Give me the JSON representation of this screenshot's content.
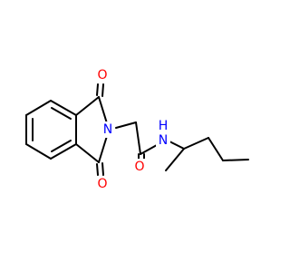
{
  "molecule": {
    "atoms": {
      "o_top": {
        "symbol": "O",
        "color": "#ff0000"
      },
      "o_bottom": {
        "symbol": "O",
        "color": "#ff0000"
      },
      "o_amide": {
        "symbol": "O",
        "color": "#ff0000"
      },
      "n_imide": {
        "symbol": "N",
        "color": "#0000ff"
      },
      "n_amide": {
        "symbol": "N",
        "color": "#0000ff"
      },
      "h_amide": {
        "symbol": "H",
        "color": "#0000ff"
      }
    },
    "bond_color": "#000000"
  }
}
